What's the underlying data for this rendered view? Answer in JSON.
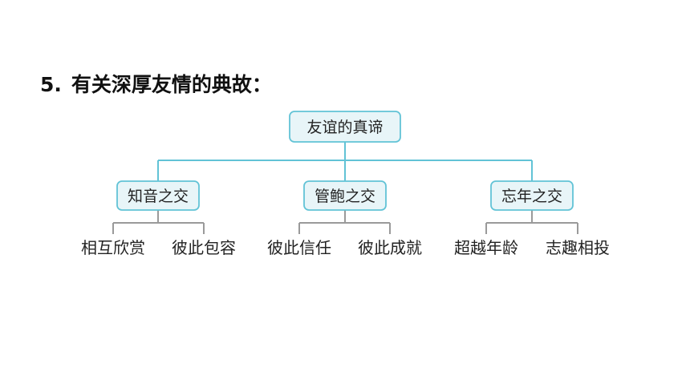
{
  "heading": {
    "number": "5.",
    "text": "有关深厚友情的典故："
  },
  "diagram": {
    "root": "友谊的真谛",
    "children": [
      {
        "label": "知音之交",
        "leaves": [
          "相互欣赏",
          "彼此包容"
        ]
      },
      {
        "label": "管鲍之交",
        "leaves": [
          "彼此信任",
          "彼此成就"
        ]
      },
      {
        "label": "忘年之交",
        "leaves": [
          "超越年龄",
          "志趣相投"
        ]
      }
    ]
  },
  "colors": {
    "box_border": "#62c3d6",
    "box_fill": "#e8f5f8",
    "connector_upper": "#62c3d6",
    "connector_lower": "#9a9a9a"
  }
}
